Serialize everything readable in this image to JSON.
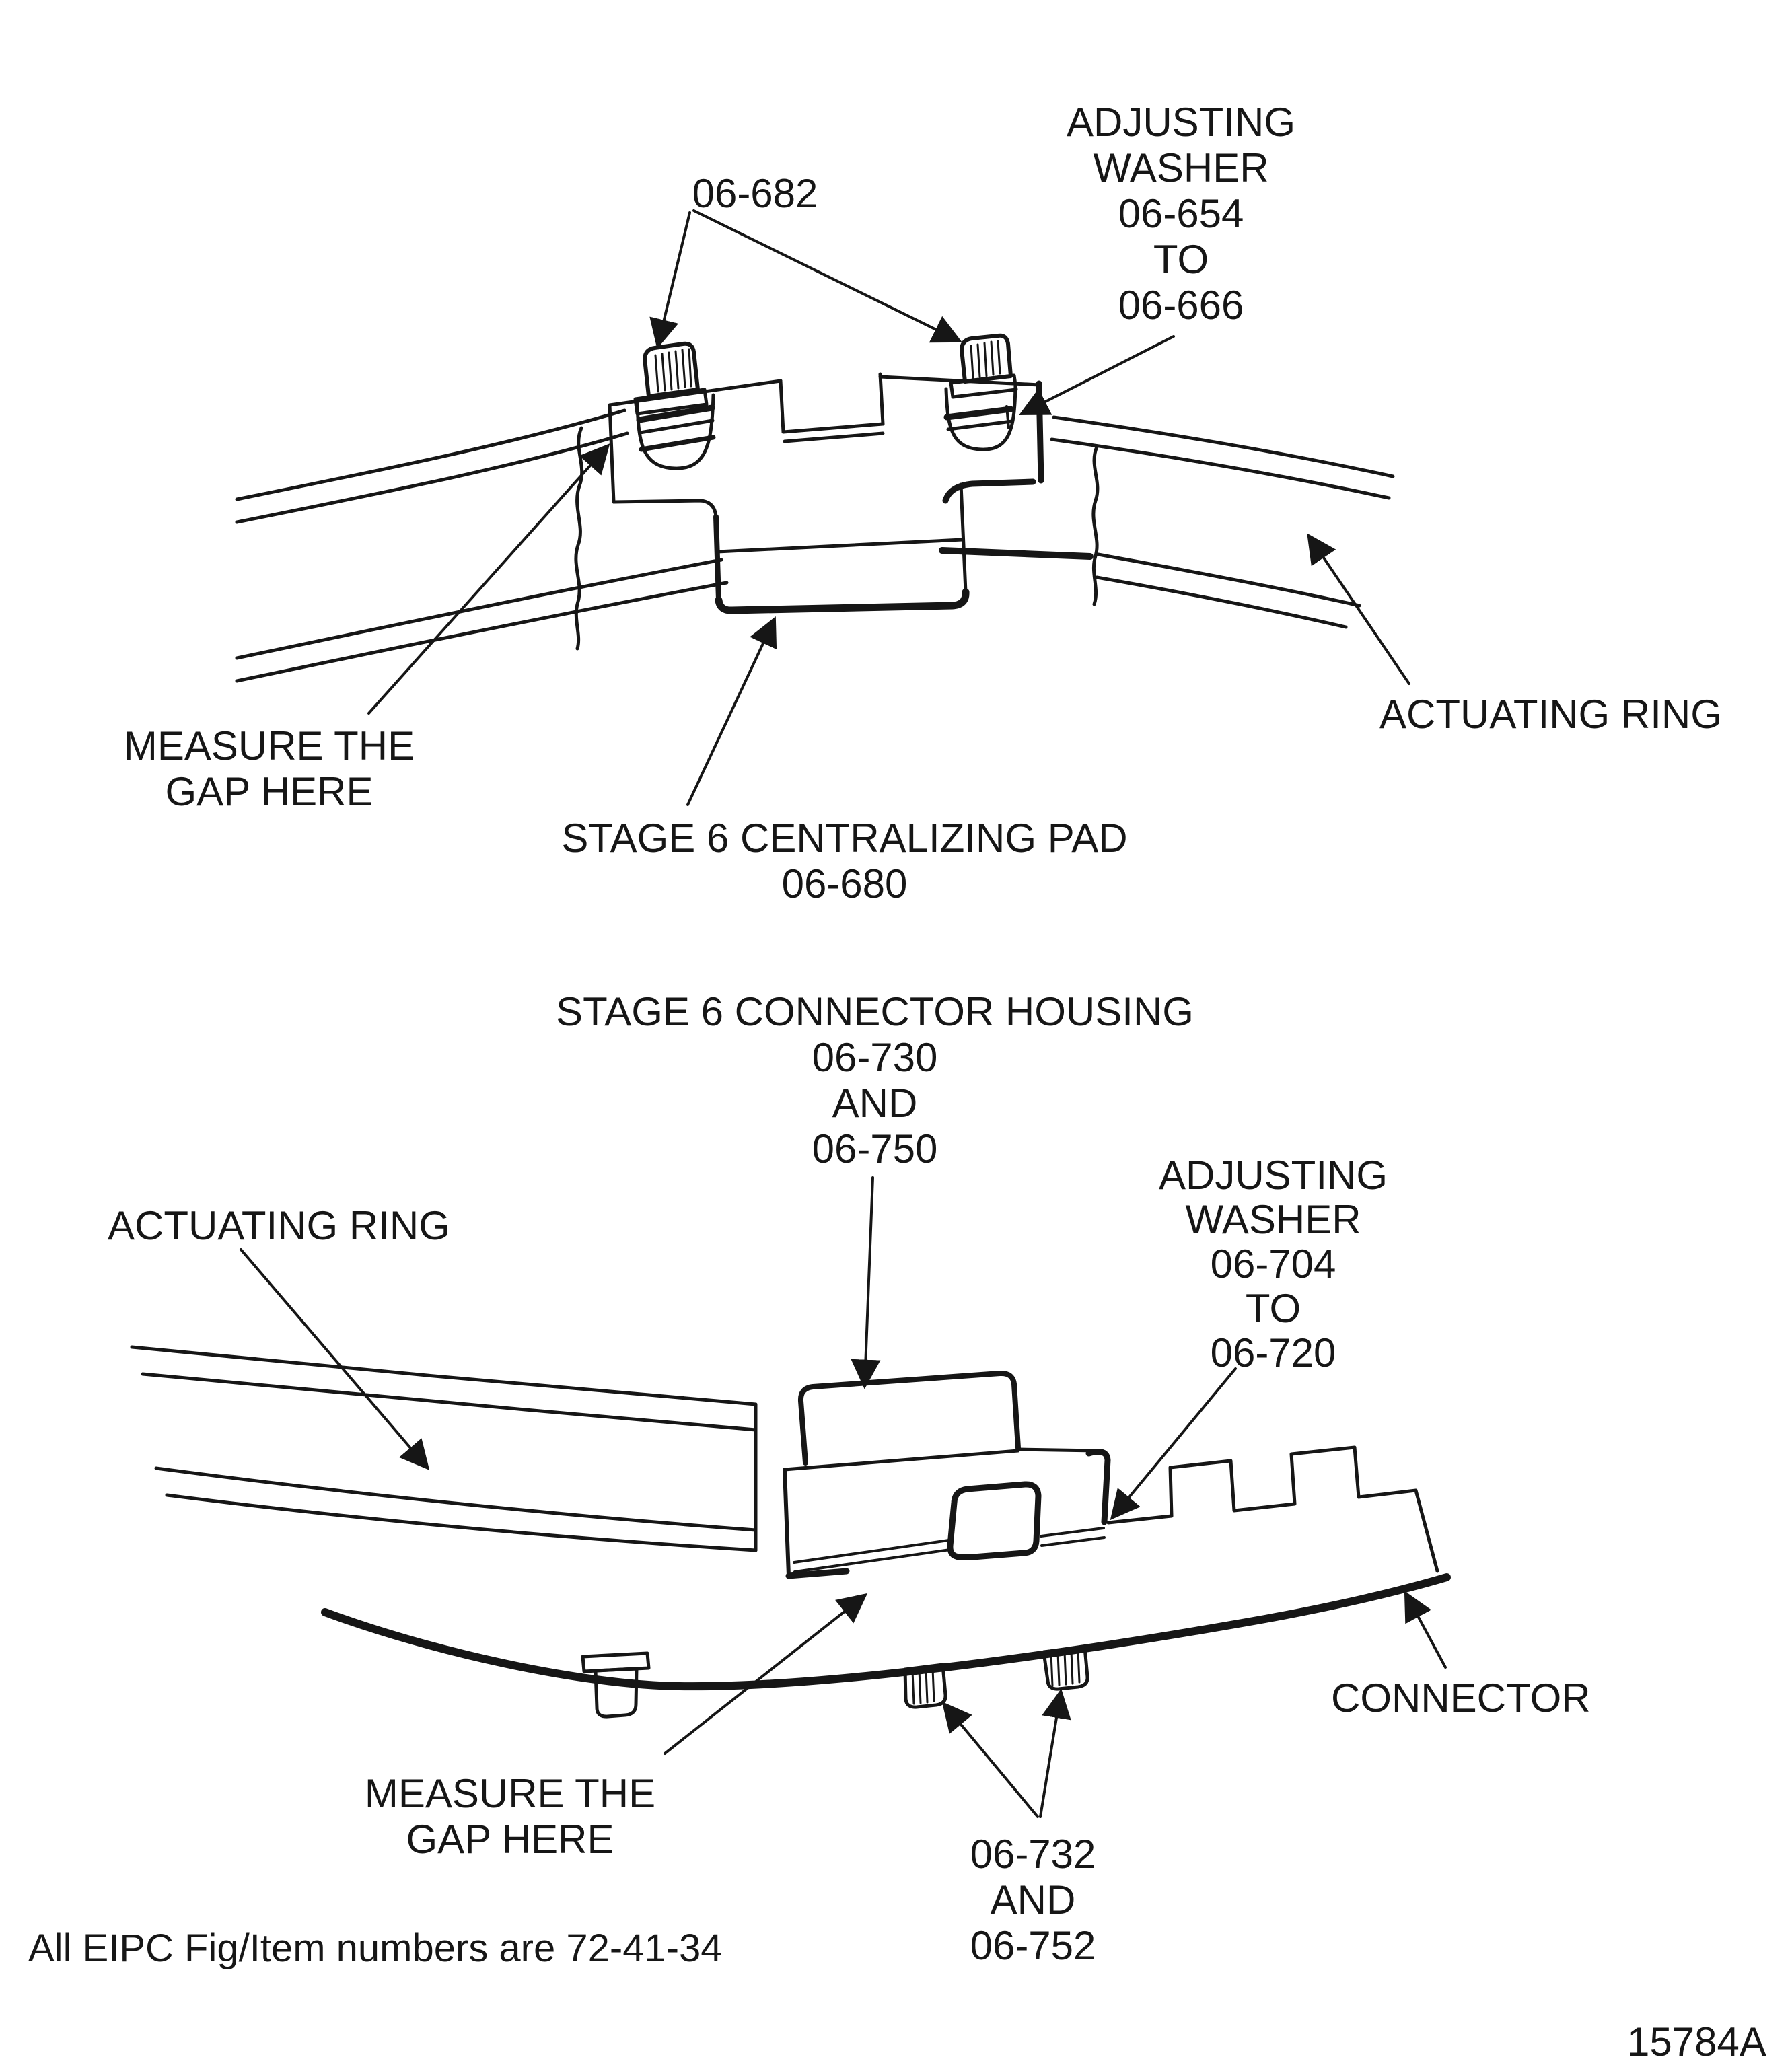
{
  "colors": {
    "ink": "#161616",
    "paper": "#ffffff"
  },
  "top_view": {
    "bolt_label": "06-682",
    "adjusting_washer": {
      "lines": [
        "ADJUSTING",
        "WASHER",
        "06-654",
        "TO",
        "06-666"
      ]
    },
    "measure_gap": {
      "lines": [
        "MEASURE THE",
        "GAP HERE"
      ]
    },
    "centralizing_pad": {
      "lines": [
        "STAGE 6 CENTRALIZING PAD",
        "06-680"
      ]
    },
    "actuating_ring": "ACTUATING RING"
  },
  "bottom_view": {
    "connector_housing": {
      "lines": [
        "STAGE 6 CONNECTOR HOUSING",
        "06-730",
        "AND",
        "06-750"
      ]
    },
    "actuating_ring": "ACTUATING RING",
    "adjusting_washer": {
      "lines": [
        "ADJUSTING",
        "WASHER",
        "06-704",
        "TO",
        "06-720"
      ]
    },
    "measure_gap": {
      "lines": [
        "MEASURE THE",
        "GAP HERE"
      ]
    },
    "connector": "CONNECTOR",
    "stud_label": {
      "lines": [
        "06-732",
        "AND",
        "06-752"
      ]
    }
  },
  "footer": {
    "note": "All EIPC Fig/Item numbers are 72-41-34",
    "figure_number": "15784A"
  }
}
